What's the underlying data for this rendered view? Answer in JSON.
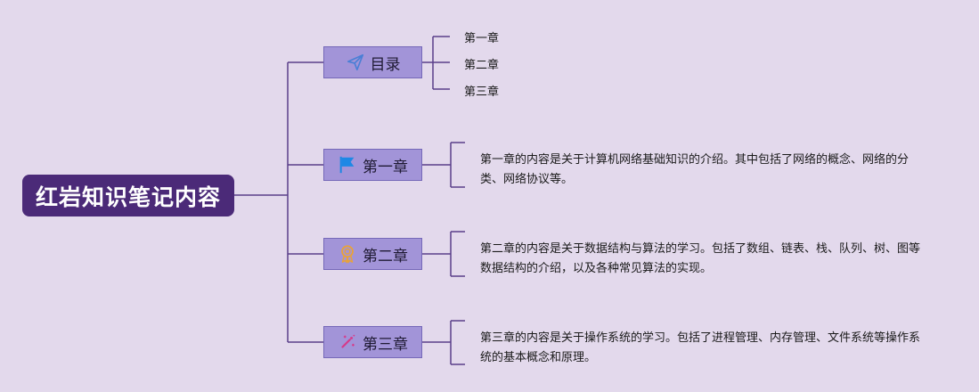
{
  "root": {
    "label": "红岩知识笔记内容"
  },
  "branches": [
    {
      "label": "目录",
      "icon": "paper-plane-icon",
      "icon_color": "#4a7fd6"
    },
    {
      "label": "第一章",
      "icon": "flag-icon",
      "icon_color": "#1e88e5"
    },
    {
      "label": "第二章",
      "icon": "medal-icon",
      "icon_color": "#e8a23a"
    },
    {
      "label": "第三章",
      "icon": "magic-wand-icon",
      "icon_color": "#d63a8a"
    }
  ],
  "toc_items": [
    "第一章",
    "第二章",
    "第三章"
  ],
  "descriptions": {
    "ch1": "第一章的内容是关于计算机网络基础知识的介绍。其中包括了网络的概念、网络的分类、网络协议等。",
    "ch2": "第二章的内容是关于数据结构与算法的学习。包括了数组、链表、栈、队列、树、图等数据结构的介绍，以及各种常见算法的实现。",
    "ch3": "第三章的内容是关于操作系统的学习。包括了进程管理、内存管理、文件系统等操作系统的基本概念和原理。"
  },
  "colors": {
    "background": "#e3d9ec",
    "root_fill": "#4b2a78",
    "branch_fill": "#a294d8",
    "branch_border": "#7568b8",
    "connector": "#5a3f8a"
  }
}
